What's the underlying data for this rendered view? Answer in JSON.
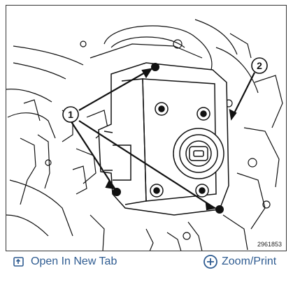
{
  "diagram": {
    "callouts": [
      "1",
      "2"
    ],
    "figure_id": "2961853",
    "line_color": "#111111"
  },
  "toolbar": {
    "open_new_tab_label": "Open In New Tab",
    "open_new_tab_icon": "open-in-new-tab-icon",
    "zoom_print_label": "Zoom/Print",
    "zoom_print_icon": "plus-circle-icon",
    "accent": "#2f5c91"
  }
}
